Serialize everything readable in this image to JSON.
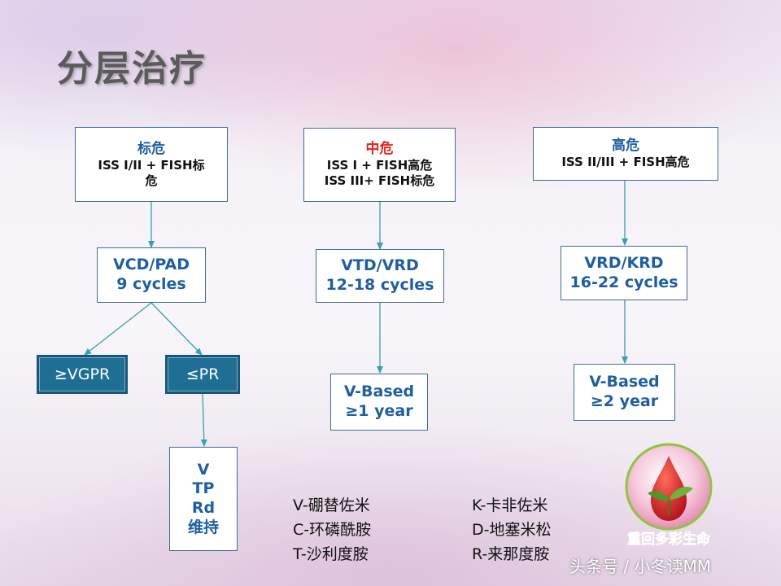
{
  "title": "分层治疗",
  "columns": [
    {
      "risk_head": "标危",
      "risk_lines": [
        "ISS I/II + FISH标",
        "危"
      ],
      "regimen": [
        "VCD/PAD",
        "9 cycles"
      ]
    },
    {
      "risk_head": "中危",
      "risk_lines": [
        "ISS I + FISH高危",
        "ISS III+ FISH标危"
      ],
      "regimen": [
        "VTD/VRD",
        "12-18 cycles"
      ],
      "maintenance": [
        "V-Based",
        "≥1 year"
      ]
    },
    {
      "risk_head": "高危",
      "risk_lines": [
        "ISS II/III + FISH高危"
      ],
      "regimen": [
        "VRD/KRD",
        "16-22 cycles"
      ],
      "maintenance": [
        "V-Based",
        "≥2 year"
      ]
    }
  ],
  "responses": {
    "vgpr": "≥VGPR",
    "pr": "≤PR"
  },
  "pr_maintenance": [
    "V",
    "TP",
    "Rd",
    "维持"
  ],
  "legend": {
    "left": [
      "V-硼替佐米",
      "C-环磷酰胺",
      "T-沙利度胺"
    ],
    "right": [
      "K-卡非佐米",
      "D-地塞米松",
      "R-来那度胺"
    ]
  },
  "logo_text": "重回多彩生命",
  "watermark": "头条号 / 小冬读MM",
  "colors": {
    "accent_blue": "#1f5fa0",
    "risk_red": "#e8221c",
    "response_fill": "#1f6f94",
    "arrow": "#3a9fb0"
  }
}
